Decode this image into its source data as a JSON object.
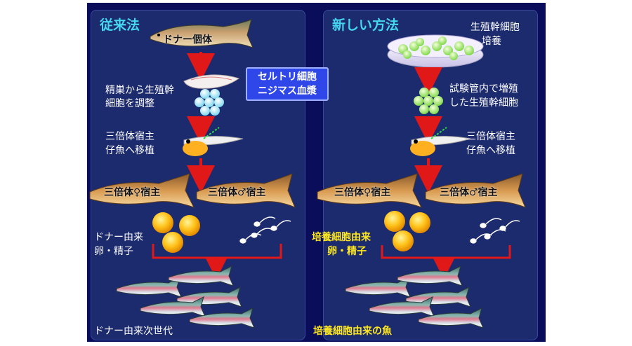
{
  "left": {
    "title": "従来法",
    "donor_label": "ドナー個体",
    "step1": [
      "精巣から生殖幹",
      "細胞を調整"
    ],
    "step2": [
      "三倍体宿主",
      "仔魚へ移植"
    ],
    "female_host": "三倍体♀宿主",
    "male_host": "三倍体♂宿主",
    "gametes": [
      "ドナー由来",
      "卵・精子"
    ],
    "result": "ドナー由来次世代"
  },
  "right": {
    "title": "新しい方法",
    "culture": [
      "生殖幹細胞",
      "培養"
    ],
    "sertoli": [
      "セルトリ細胞",
      "ニジマス血漿"
    ],
    "step1": [
      "試験管内で増殖",
      "した生殖幹細胞"
    ],
    "step2": [
      "三倍体宿主",
      "仔魚へ移植"
    ],
    "female_host": "三倍体♀宿主",
    "male_host": "三倍体♂宿主",
    "gametes": [
      "培養細胞由来",
      "卵・精子"
    ],
    "result": "培養細胞由来の魚"
  },
  "colors": {
    "background": "#0a0e5a",
    "panel": "#1c2a6e",
    "title": "#45d6f0",
    "arrow": "#e01818",
    "highlight_text": "#ffe820",
    "sertoli_box": "#2f46e8"
  }
}
